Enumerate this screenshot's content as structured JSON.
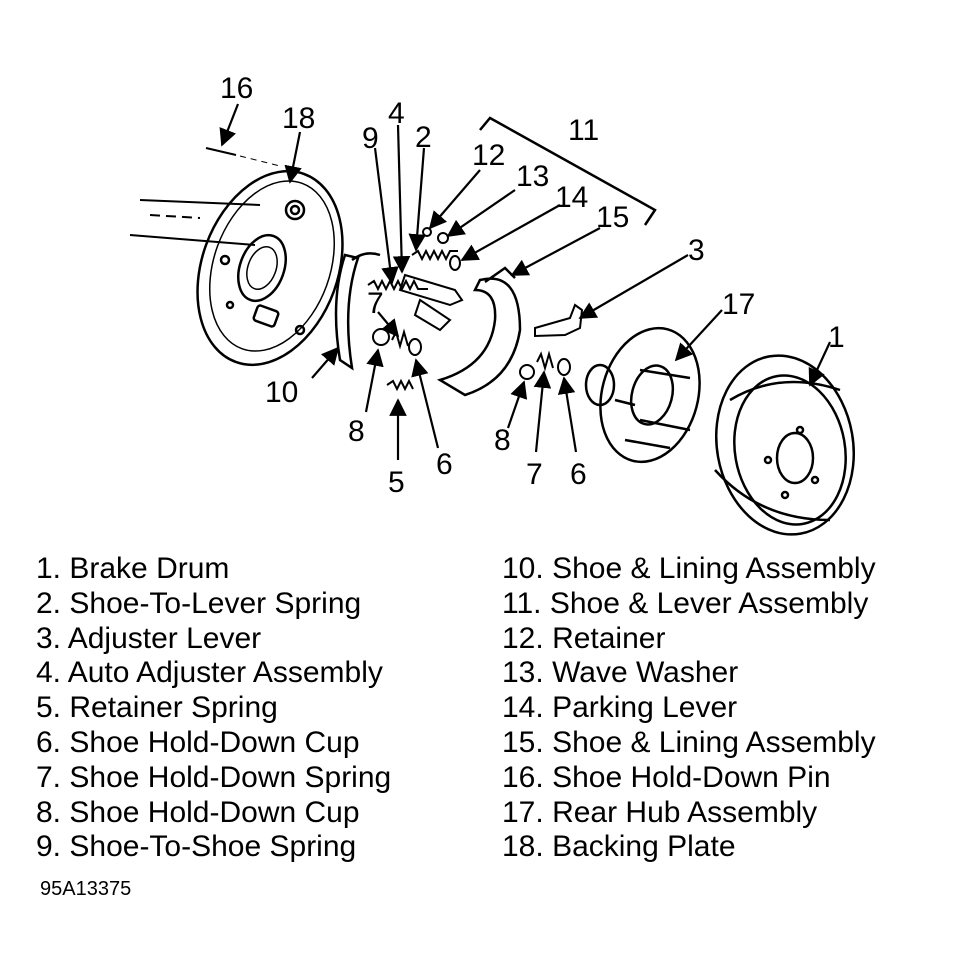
{
  "callouts": [
    {
      "id": "1",
      "label": "1"
    },
    {
      "id": "2",
      "label": "2"
    },
    {
      "id": "3",
      "label": "3"
    },
    {
      "id": "4",
      "label": "4"
    },
    {
      "id": "5",
      "label": "5"
    },
    {
      "id": "6a",
      "label": "6"
    },
    {
      "id": "6b",
      "label": "6"
    },
    {
      "id": "7a",
      "label": "7"
    },
    {
      "id": "7b",
      "label": "7"
    },
    {
      "id": "8a",
      "label": "8"
    },
    {
      "id": "8b",
      "label": "8"
    },
    {
      "id": "9",
      "label": "9"
    },
    {
      "id": "10",
      "label": "10"
    },
    {
      "id": "11",
      "label": "11"
    },
    {
      "id": "12",
      "label": "12"
    },
    {
      "id": "13",
      "label": "13"
    },
    {
      "id": "14",
      "label": "14"
    },
    {
      "id": "15",
      "label": "15"
    },
    {
      "id": "16",
      "label": "16"
    },
    {
      "id": "17",
      "label": "17"
    },
    {
      "id": "18",
      "label": "18"
    }
  ],
  "legend_left": [
    {
      "num": "1.",
      "text": "Brake Drum"
    },
    {
      "num": "2.",
      "text": "Shoe-To-Lever Spring"
    },
    {
      "num": "3.",
      "text": "Adjuster Lever"
    },
    {
      "num": "4.",
      "text": "Auto Adjuster Assembly"
    },
    {
      "num": "5.",
      "text": "Retainer Spring"
    },
    {
      "num": "6.",
      "text": "Shoe Hold-Down Cup"
    },
    {
      "num": "7.",
      "text": "Shoe Hold-Down Spring"
    },
    {
      "num": "8.",
      "text": "Shoe Hold-Down Cup"
    },
    {
      "num": "9.",
      "text": "Shoe-To-Shoe Spring"
    }
  ],
  "legend_right": [
    {
      "num": "10.",
      "text": "Shoe & Lining Assembly"
    },
    {
      "num": "11.",
      "text": "Shoe & Lever Assembly"
    },
    {
      "num": "12.",
      "text": "Retainer"
    },
    {
      "num": "13.",
      "text": "Wave Washer"
    },
    {
      "num": "14.",
      "text": "Parking Lever"
    },
    {
      "num": "15.",
      "text": "Shoe & Lining Assembly"
    },
    {
      "num": "16.",
      "text": "Shoe Hold-Down Pin"
    },
    {
      "num": "17.",
      "text": "Rear Hub Assembly"
    },
    {
      "num": "18.",
      "text": "Backing Plate"
    }
  ],
  "figure_id": "95A13375"
}
